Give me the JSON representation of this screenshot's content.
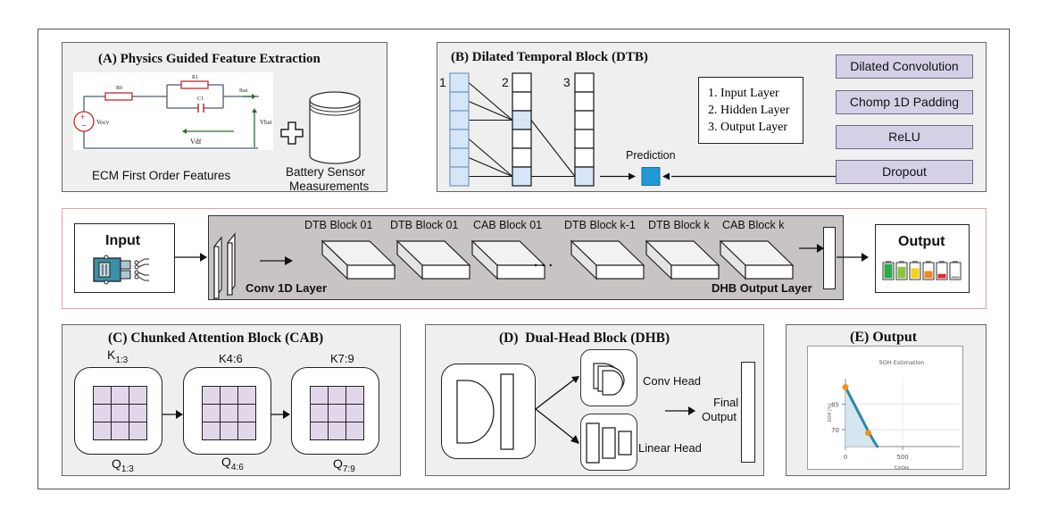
{
  "panelA": {
    "title": "(A) Physics Guided Feature Extraction",
    "circuit": {
      "r0": "R0",
      "r1": "R1",
      "c1": "C1",
      "ibat": "Ibat",
      "vocv": "Vocv",
      "vdf": "Vdf",
      "vbat": "Vbat"
    },
    "left_caption": "ECM First Order Features",
    "right_caption_line1": "Battery Sensor",
    "right_caption_line2": "Measurements",
    "plus_icon": "plus-icon",
    "db_icon": "database-cylinder-icon"
  },
  "panelB": {
    "title": "(B) Dilated Temporal Block (DTB)",
    "column_labels": [
      "1",
      "2",
      "3"
    ],
    "legend": [
      "1. Input Layer",
      "2. Hidden Layer",
      "3. Output Layer"
    ],
    "prediction_label": "Prediction",
    "stack": [
      "Dilated Convolution",
      "Chomp 1D Padding",
      "ReLU",
      "Dropout"
    ],
    "colors": {
      "cell_highlight": "#d6e6f8",
      "prediction": "#1f9ad6",
      "stack_fill": "#d5d0e6"
    }
  },
  "pipeline": {
    "input_label": "Input",
    "conv_label": "Conv 1D Layer",
    "blocks": [
      "DTB Block 01",
      "DTB Block 01",
      "CAB Block 01",
      "DTB Block k-1",
      "DTB Block k",
      "CAB Block k"
    ],
    "ellipsis": ". . .",
    "dhb_label": "DHB Output Layer",
    "output_label": "Output",
    "battery_levels": [
      {
        "level": 1.0,
        "color": "#2eaa4a"
      },
      {
        "level": 0.8,
        "color": "#8cc43f"
      },
      {
        "level": 0.7,
        "color": "#f2d21b"
      },
      {
        "level": 0.5,
        "color": "#ef8a22"
      },
      {
        "level": 0.3,
        "color": "#e0232f"
      },
      {
        "level": 0.1,
        "color": "#999999"
      }
    ],
    "colors": {
      "frame": "#e7a0a0",
      "area": "#c9c4c4"
    }
  },
  "panelC": {
    "title": "(C) Chunked Attention Block (CAB)",
    "chunks": [
      {
        "k": "K",
        "k_sub": "1:3",
        "q": "Q",
        "q_sub": "1:3"
      },
      {
        "k": "K4:6",
        "k_sub": "",
        "q": "Q",
        "q_sub": "4:6"
      },
      {
        "k": "K7:9",
        "k_sub": "",
        "q": "Q",
        "q_sub": "7:9"
      }
    ]
  },
  "panelD": {
    "title": "(D)  Dual-Head Block (DHB)",
    "conv_head": "Conv Head",
    "linear_head": "Linear Head",
    "final_line1": "Final",
    "final_line2": "Output"
  },
  "panelE": {
    "title": "(E) Output"
  },
  "chart_data": {
    "type": "line",
    "title": "SOH Estimation",
    "xlabel": "Cycles",
    "ylabel": "SOH (%)",
    "xlim": [
      0,
      1000
    ],
    "ylim": [
      60,
      100
    ],
    "xticks": [
      0,
      500
    ],
    "yticks": [
      70,
      85
    ],
    "grid": true,
    "series": [
      {
        "name": "SOH",
        "color": "#2f86a6",
        "fill": "#cfe3ee",
        "x": [
          0,
          50,
          100,
          150,
          200,
          250,
          280
        ],
        "y": [
          95,
          88.5,
          82,
          75.5,
          69,
          63,
          60
        ]
      }
    ],
    "markers": [
      {
        "x": 0,
        "y": 95,
        "color": "#f0921a"
      },
      {
        "x": 200,
        "y": 68,
        "color": "#f0921a"
      }
    ]
  }
}
